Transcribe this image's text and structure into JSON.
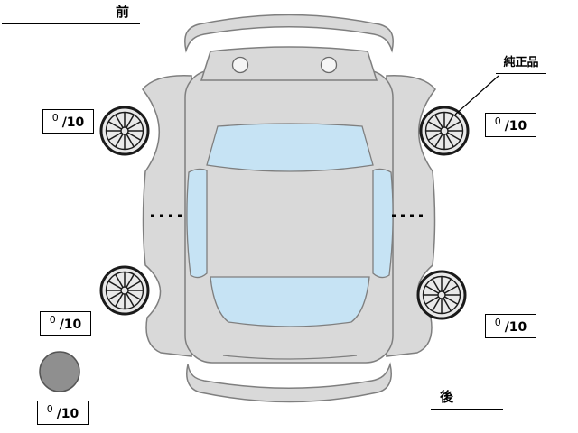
{
  "diagram": {
    "front_label": "前",
    "rear_label": "後",
    "genuine_part_label": "純正品"
  },
  "scores": {
    "front_left": {
      "value": "0",
      "max": "/10"
    },
    "front_right": {
      "value": "0",
      "max": "/10"
    },
    "rear_left": {
      "value": "0",
      "max": "/10"
    },
    "rear_right": {
      "value": "0",
      "max": "/10"
    },
    "spare": {
      "value": "0",
      "max": "/10"
    }
  },
  "colors": {
    "body": "#d9d9d9",
    "glass": "#c6e3f4",
    "outline": "#7f7f7f",
    "spare_tire": "#8f8f8f",
    "wheel_fill": "#e9e9e9"
  }
}
